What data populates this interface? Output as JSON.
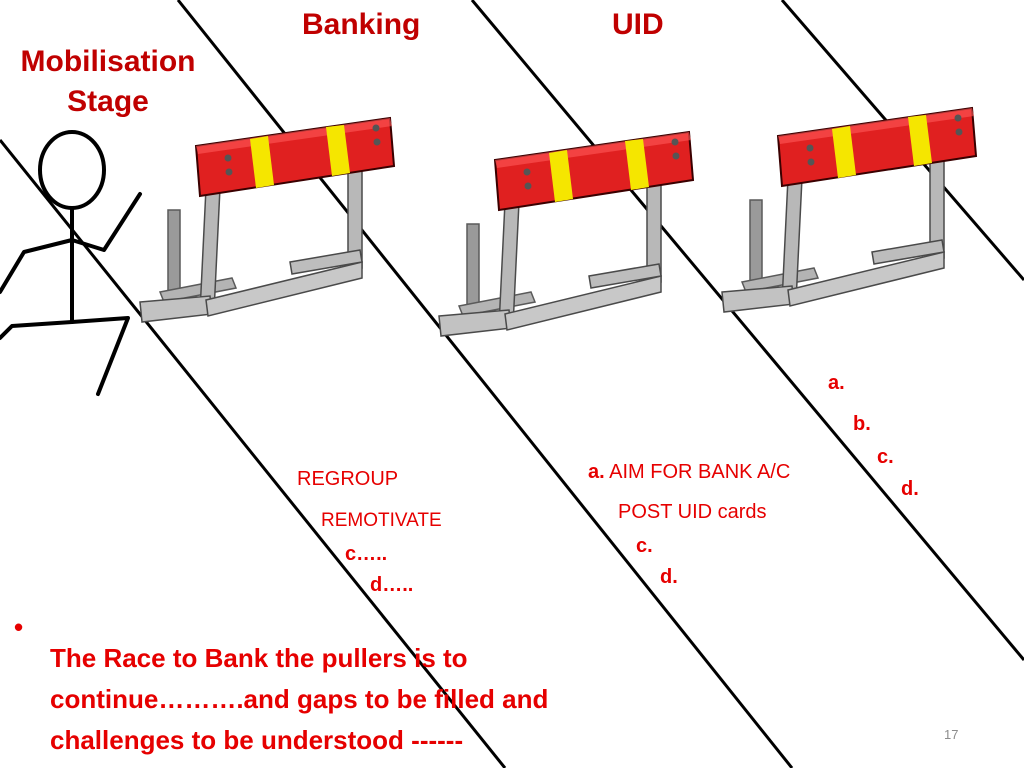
{
  "headings": {
    "banking": "Banking",
    "uid": "UID",
    "stage_line1": "Mobilisation",
    "stage_line2": "Stage"
  },
  "banking_items": {
    "a": "REGROUP",
    "b": "REMOTIVATE",
    "c": "c…..",
    "d": "d….."
  },
  "uid_items": {
    "a_prefix": "a.",
    "a_text": "AIM FOR BANK A/C",
    "b": "POST UID cards",
    "c": "c.",
    "d": "d."
  },
  "right_items": {
    "a": "a.",
    "b": "b.",
    "c": "c.",
    "d": "d."
  },
  "bullet": {
    "marker": "•",
    "text": "The Race to Bank the pullers is to continue……….and gaps to be filled and challenges to be understood ------"
  },
  "page_number": "17",
  "colors": {
    "heading": "#c00000",
    "body_red": "#e60000",
    "hurdle_bar": "#e02020",
    "hurdle_stripe": "#f5e600",
    "hurdle_frame": "#a8a8a8"
  },
  "icons": [
    "stick-figure-runner-icon",
    "hurdle-icon"
  ]
}
